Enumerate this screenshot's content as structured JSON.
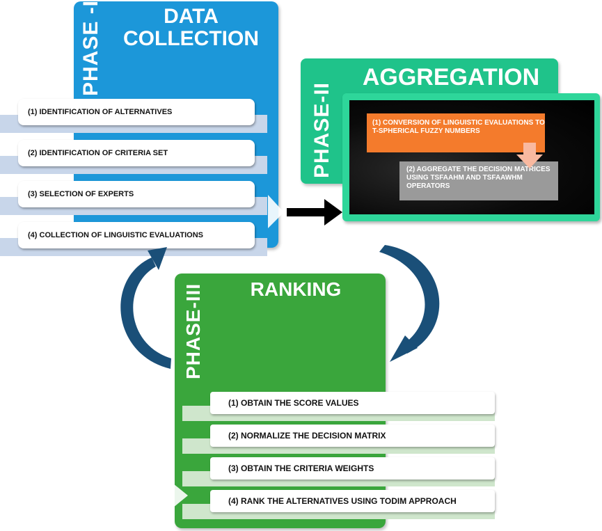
{
  "phase1": {
    "label": "PHASE -I",
    "title": "DATA COLLECTION",
    "steps": [
      "(1) IDENTIFICATION OF ALTERNATIVES",
      "(2) IDENTIFICATION OF CRITERIA SET",
      "(3) SELECTION OF EXPERTS",
      "(4) COLLECTION OF LINGUISTIC EVALUATIONS"
    ]
  },
  "phase2": {
    "label": "PHASE-II",
    "title": "AGGREGATION",
    "step1": "(1) CONVERSION OF LINGUISTIC EVALUATIONS TO T-SPHERICAL FUZZY NUMBERS",
    "step2": "(2) AGGREGATE THE DECISION MATRICES USING TSFAAHM AND TSFAAWHM OPERATORS"
  },
  "phase3": {
    "label": "PHASE-III",
    "title": "RANKING",
    "steps": [
      "(1) OBTAIN THE SCORE VALUES",
      "(2) NORMALIZE THE DECISION MATRIX",
      "(3) OBTAIN THE CRITERIA WEIGHTS",
      "(4) RANK THE ALTERNATIVES USING TODIM APPROACH"
    ]
  },
  "colors": {
    "phase1": "#1c97d9",
    "phase2": "#1fc38a",
    "phase3": "#3aa63c",
    "orange_box": "#f47b2c",
    "gray_box": "#9a9a9a",
    "cycle_arrow": "#1a4f78"
  }
}
